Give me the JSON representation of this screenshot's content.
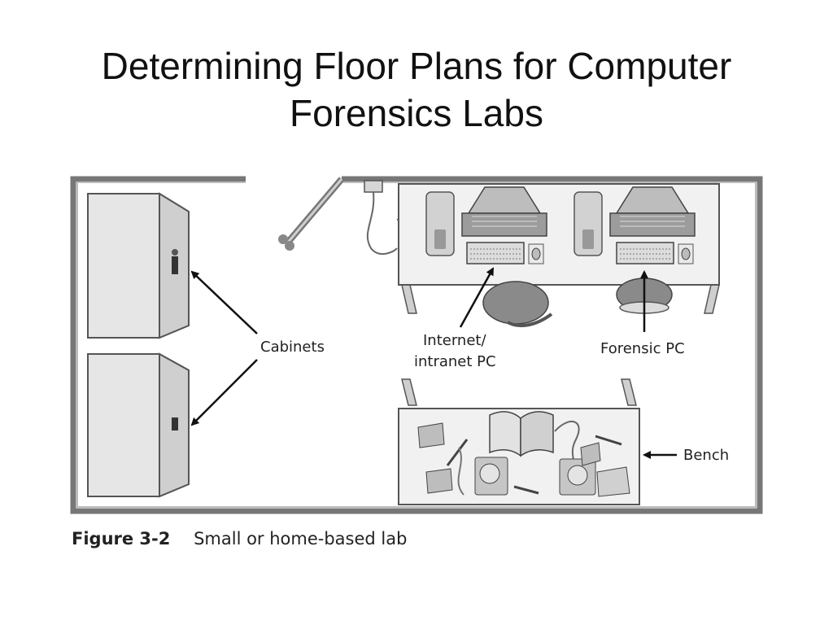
{
  "slide": {
    "title_line1": "Determining Floor Plans for Computer",
    "title_line2": "Forensics Labs"
  },
  "figure": {
    "labels": {
      "cabinets": "Cabinets",
      "internet_line1": "Internet/",
      "internet_line2": "intranet PC",
      "forensic": "Forensic PC",
      "bench": "Bench"
    },
    "caption_number": "Figure 3-2",
    "caption_text": "Small or home-based lab"
  }
}
